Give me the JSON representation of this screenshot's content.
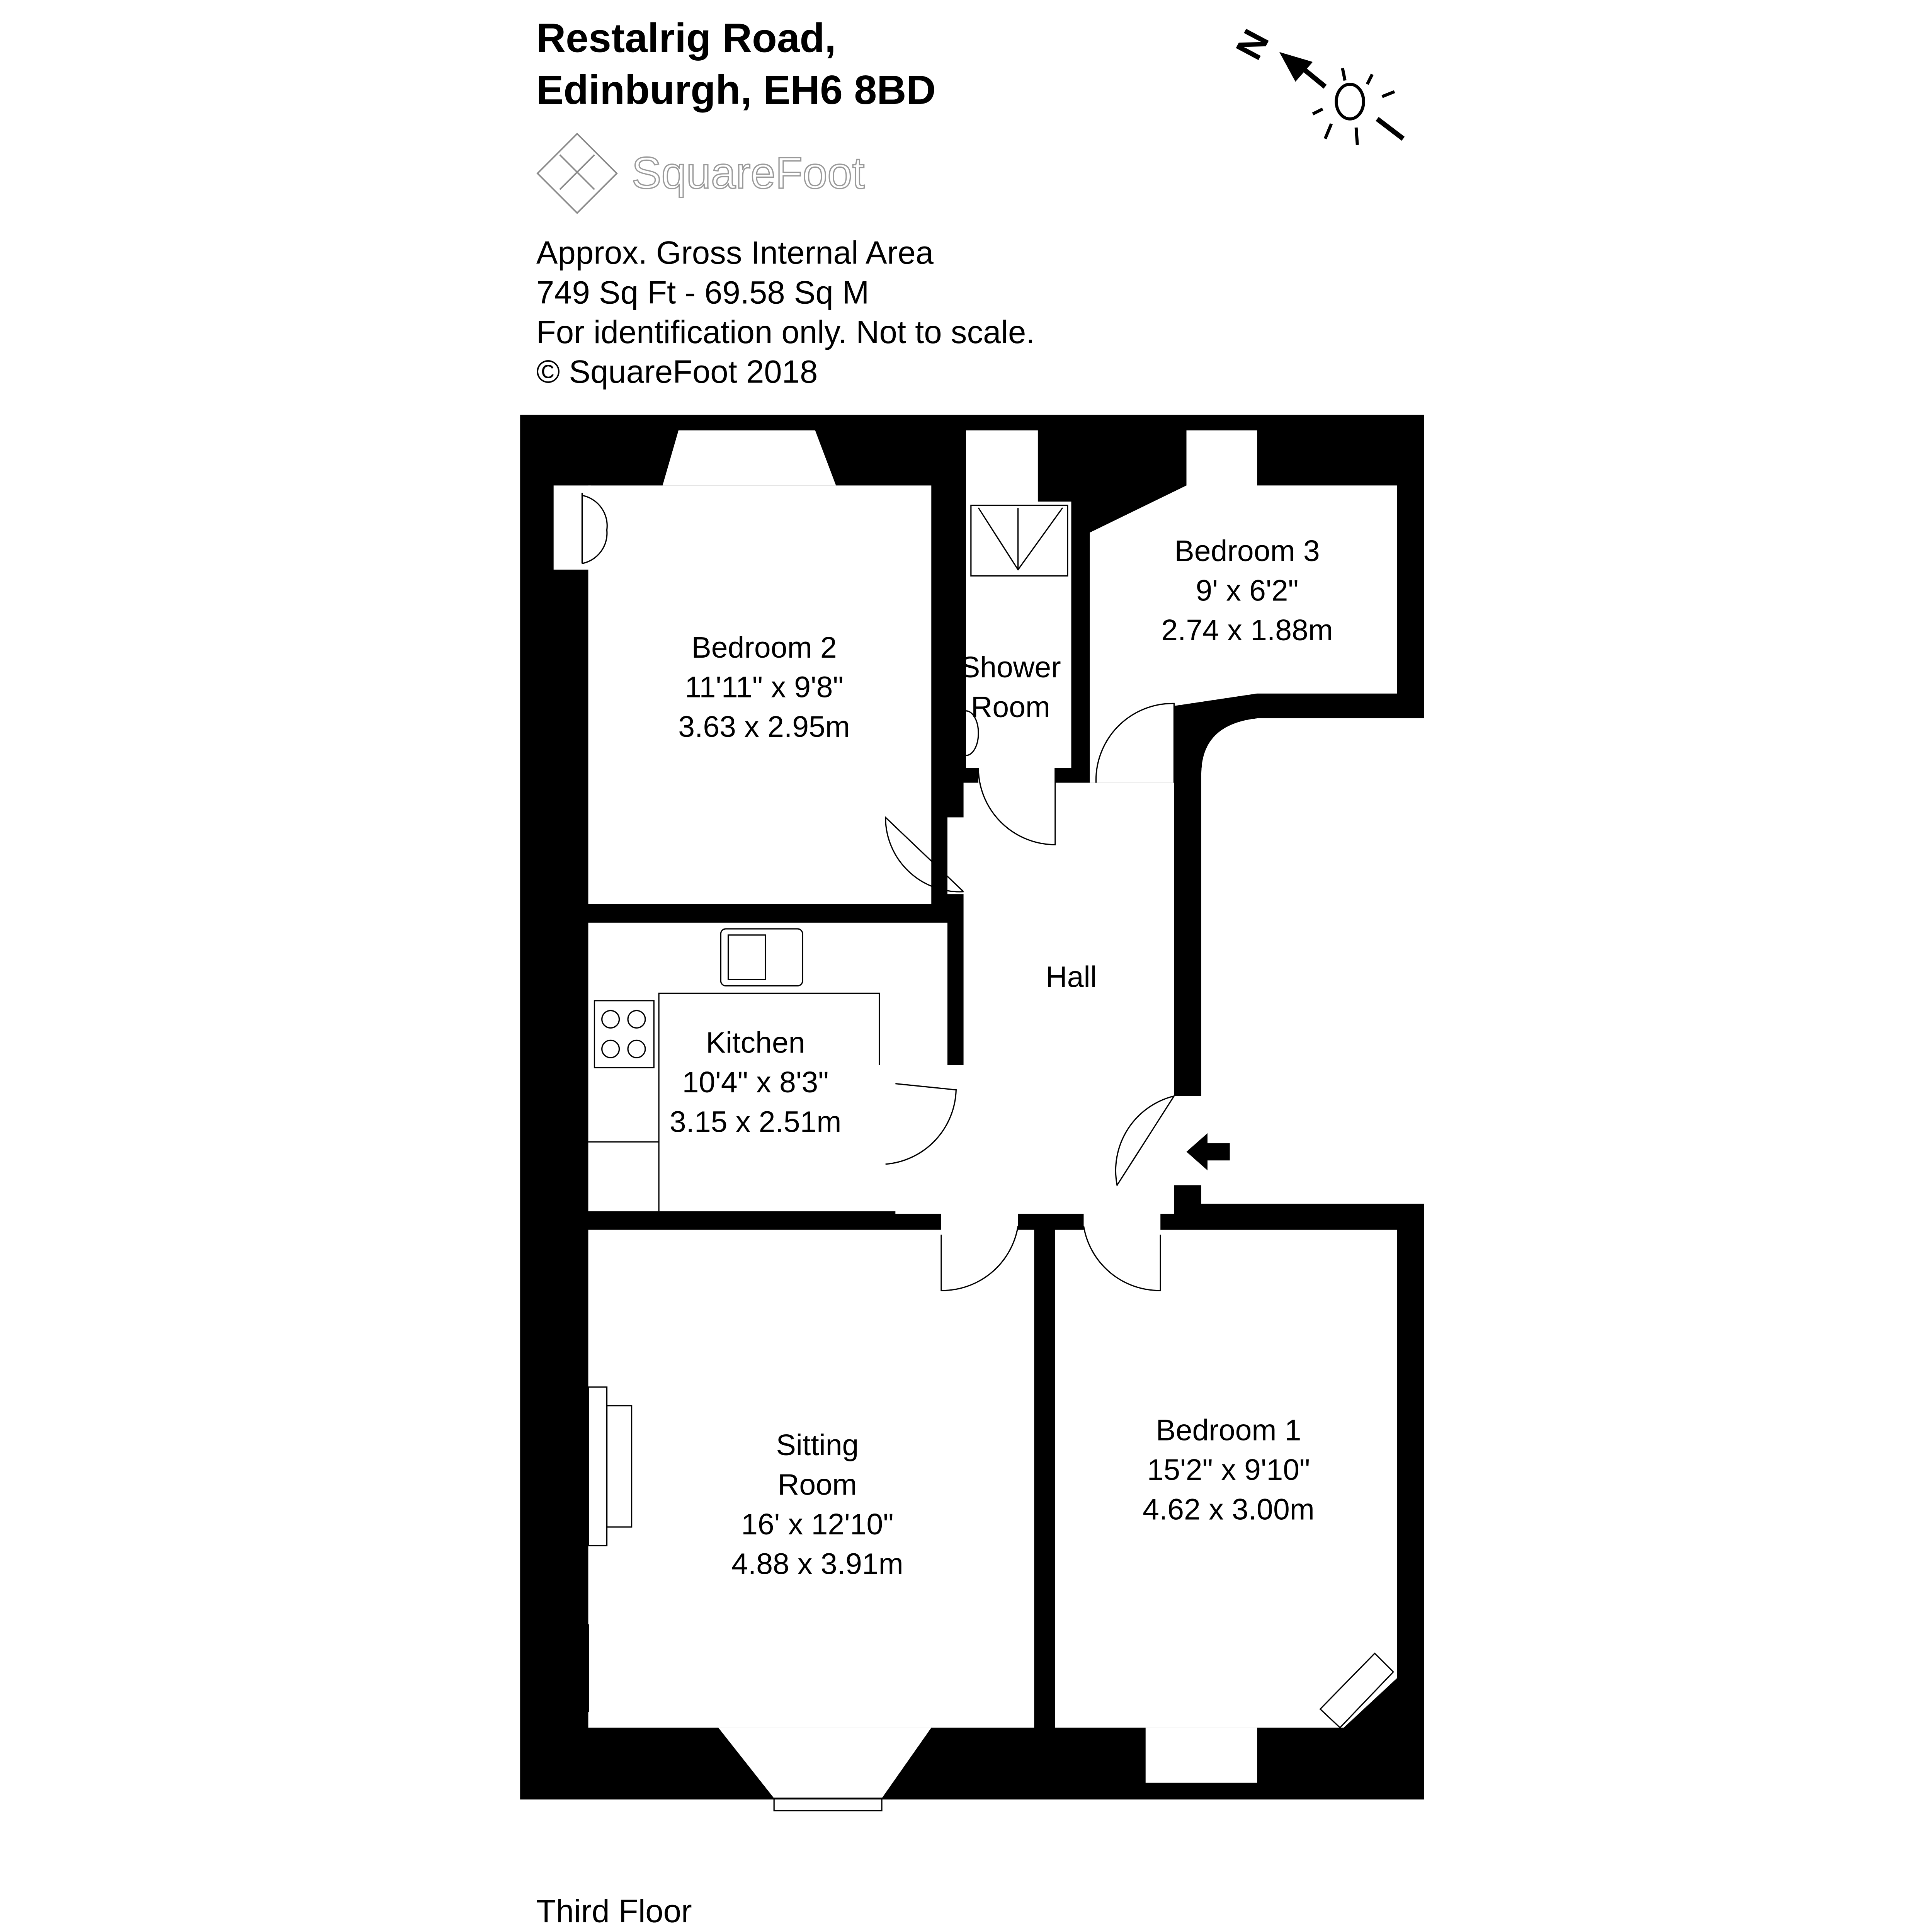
{
  "header": {
    "address_line1": "Restalrig Road,",
    "address_line2": "Edinburgh, EH6 8BD"
  },
  "logo": {
    "text": "SquareFoot"
  },
  "info": {
    "line1": "Approx. Gross Internal Area",
    "line2": "749 Sq Ft  -  69.58 Sq M",
    "line3": "For identification only. Not to scale.",
    "line4": "© SquareFoot 2018"
  },
  "compass": {
    "label": "N",
    "icon": "north-arrow-icon",
    "sun_icon": "sun-icon"
  },
  "rooms": {
    "bedroom2": {
      "name": "Bedroom 2",
      "imperial": "11'11\" x 9'8\"",
      "metric": "3.63 x 2.95m"
    },
    "shower": {
      "name_line1": "Shower",
      "name_line2": "Room"
    },
    "bedroom3": {
      "name": "Bedroom 3",
      "imperial": "9' x 6'2\"",
      "metric": "2.74 x 1.88m"
    },
    "hall": {
      "name": "Hall"
    },
    "kitchen": {
      "name": "Kitchen",
      "imperial": "10'4\" x 8'3\"",
      "metric": "3.15 x 2.51m"
    },
    "sitting": {
      "name_line1": "Sitting",
      "name_line2": "Room",
      "imperial": "16' x 12'10\"",
      "metric": "4.88 x 3.91m"
    },
    "bedroom1": {
      "name": "Bedroom 1",
      "imperial": "15'2\" x 9'10\"",
      "metric": "4.62 x 3.00m"
    }
  },
  "floor_label": "Third Floor"
}
